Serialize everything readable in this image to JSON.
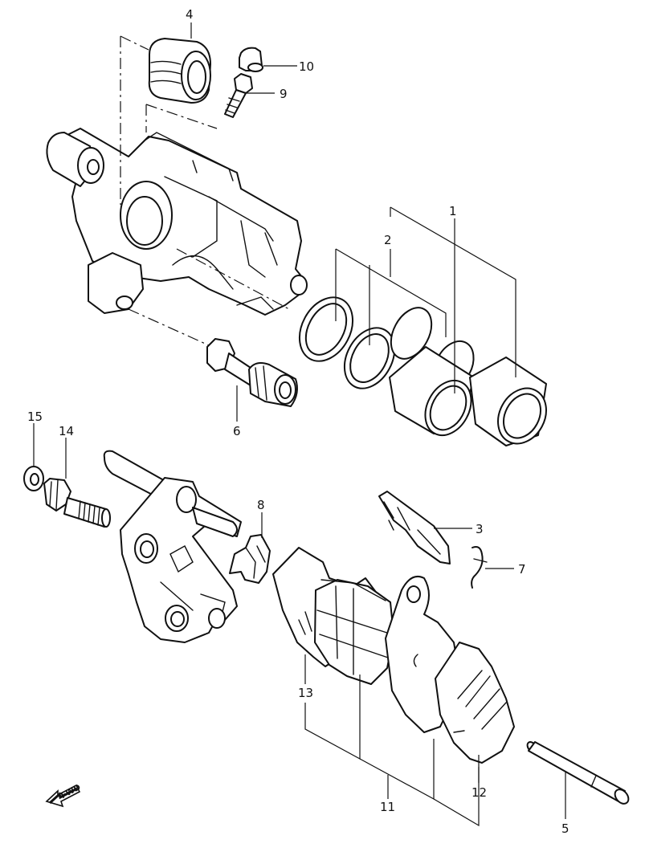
{
  "callouts": [
    {
      "id": "c1",
      "text": "1"
    },
    {
      "id": "c2",
      "text": "2"
    },
    {
      "id": "c3",
      "text": "3"
    },
    {
      "id": "c4",
      "text": "4"
    },
    {
      "id": "c5",
      "text": "5"
    },
    {
      "id": "c6",
      "text": "6"
    },
    {
      "id": "c7",
      "text": "7"
    },
    {
      "id": "c8",
      "text": "8"
    },
    {
      "id": "c9",
      "text": "9"
    },
    {
      "id": "c10",
      "text": "10"
    },
    {
      "id": "c11",
      "text": "11"
    },
    {
      "id": "c12",
      "text": "12"
    },
    {
      "id": "c13",
      "text": "13"
    },
    {
      "id": "c14",
      "text": "14"
    },
    {
      "id": "c15",
      "text": "15"
    }
  ],
  "fwd_indicator": {
    "text": "FWD"
  }
}
